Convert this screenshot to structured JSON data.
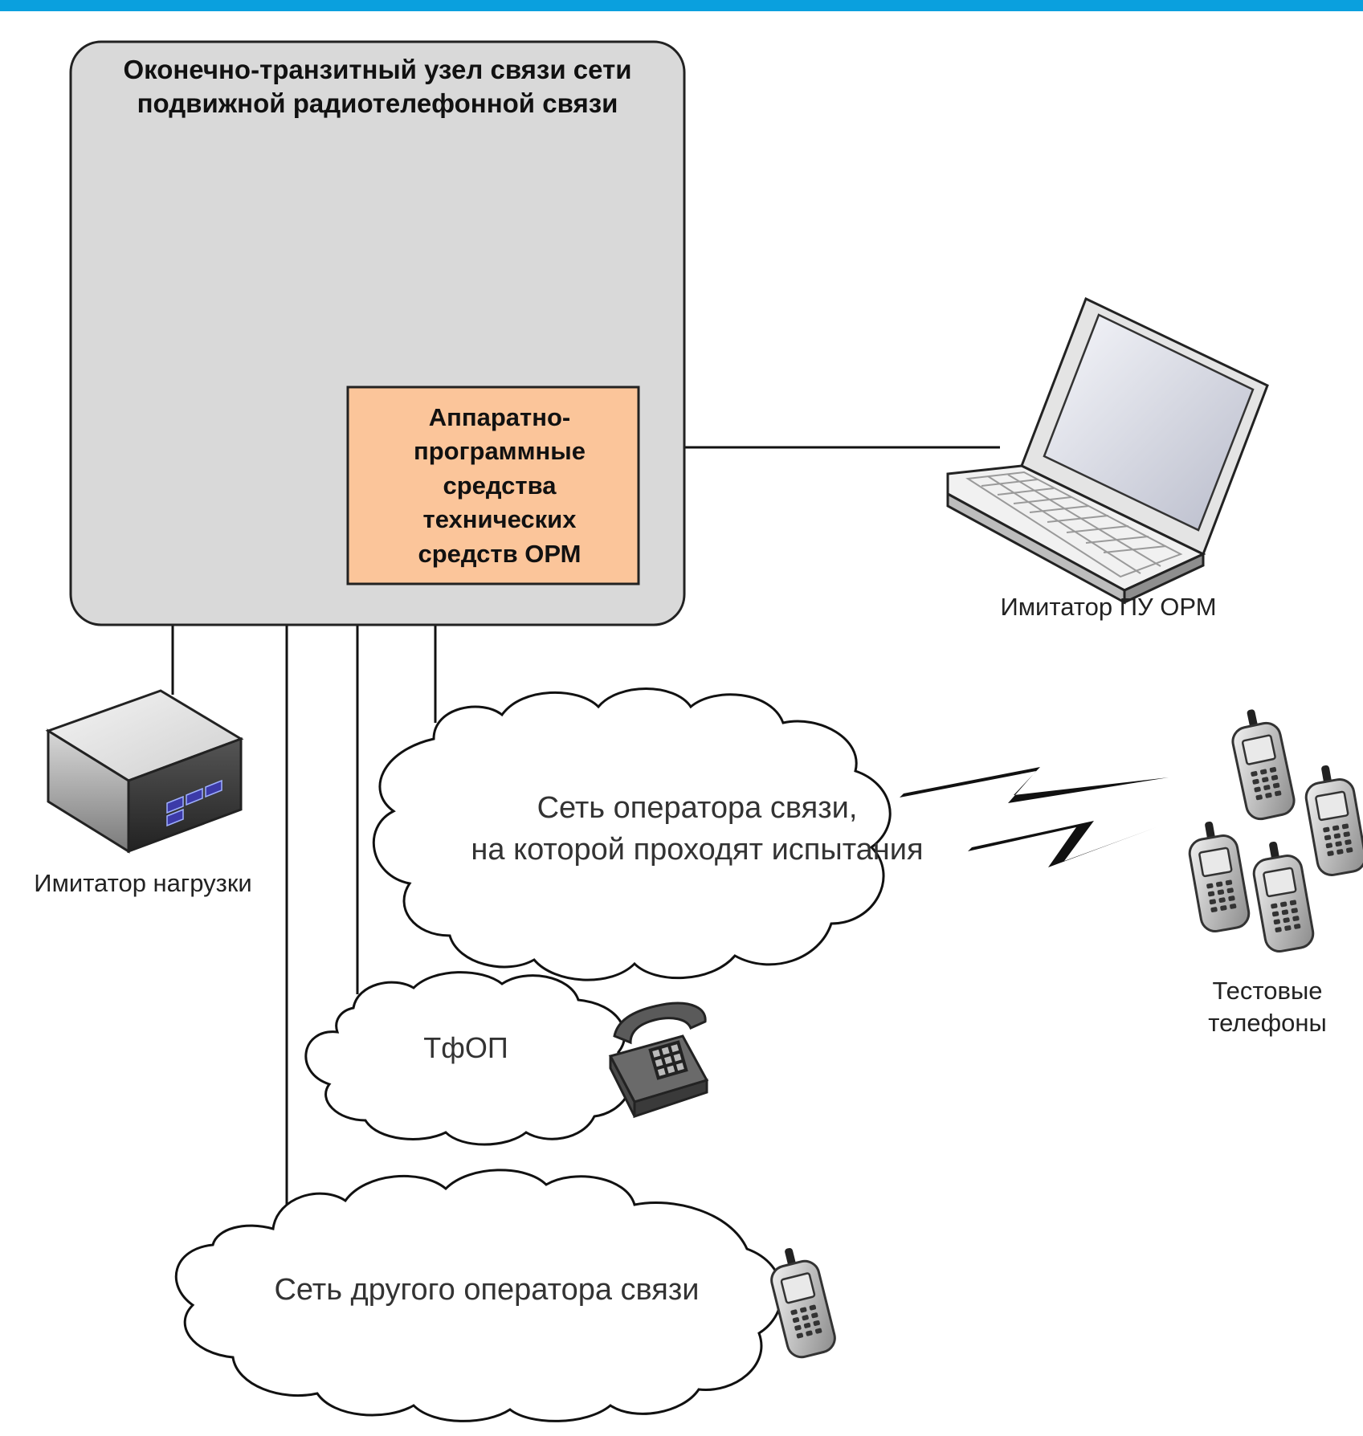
{
  "diagram": {
    "node_title": [
      "Оконечно-транзитный узел связи сети",
      "подвижной радиотелефонной связи"
    ],
    "orm_box_lines": [
      "Аппаратно-",
      "программные",
      "средства",
      "технических",
      "средств ОРМ"
    ],
    "laptop_label": "Имитатор ПУ ОРМ",
    "load_label": "Имитатор нагрузки",
    "operator_cloud_lines": [
      "Сеть оператора связи,",
      "на которой проходят испытания"
    ],
    "pstn_label": "ТфОП",
    "other_operator_label": "Сеть другого оператора связи",
    "test_phones_lines": [
      "Тестовые",
      "телефоны"
    ]
  },
  "colors": {
    "top_bar": "#0aa0de",
    "node_fill": "#d9d9d9",
    "orm_fill": "#fbc59a",
    "line": "#111111"
  },
  "icons": [
    "laptop-icon",
    "load-simulator-icon",
    "mobile-phone-icon",
    "desk-phone-icon"
  ]
}
